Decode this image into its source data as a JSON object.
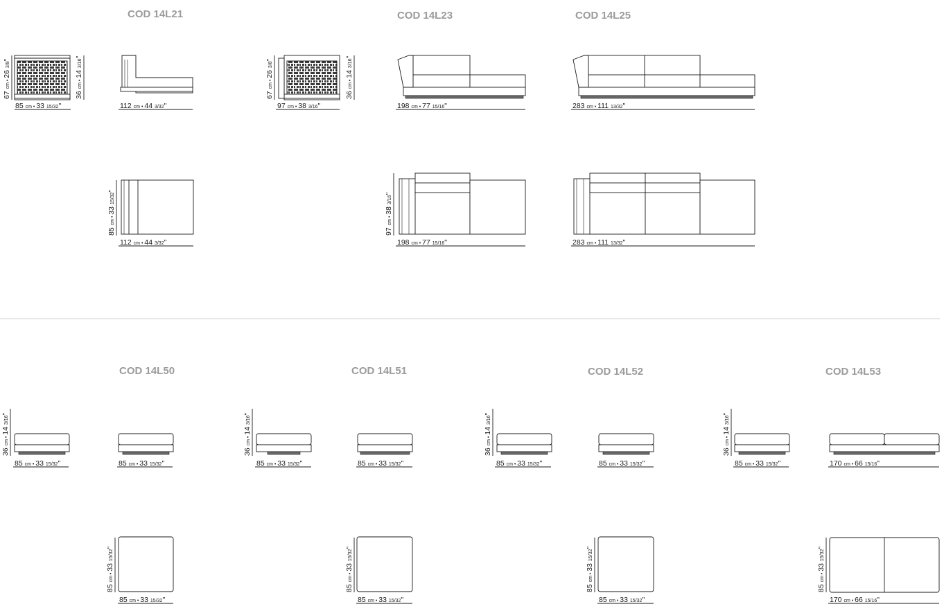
{
  "codes": {
    "l21": "COD 14L21",
    "l23": "COD 14L23",
    "l25": "COD 14L25",
    "l50": "COD 14L50",
    "l51": "COD 14L51",
    "l52": "COD 14L52",
    "l53": "COD 14L53"
  },
  "unit_cm": "cm",
  "unit_in": "\"",
  "sep_char": "•",
  "dims": {
    "d85": {
      "cm": "85",
      "in": "33",
      "frac": "15/32"
    },
    "d112": {
      "cm": "112",
      "in": "44",
      "frac": "3/32"
    },
    "d97": {
      "cm": "97",
      "in": "38",
      "frac": "3/16"
    },
    "d198": {
      "cm": "198",
      "in": "77",
      "frac": "15/16"
    },
    "d283": {
      "cm": "283",
      "in": "111",
      "frac": "13/32"
    },
    "d67": {
      "cm": "67",
      "in": "26",
      "frac": "3/8"
    },
    "d36": {
      "cm": "36",
      "in": "14",
      "frac": "3/16"
    },
    "d170": {
      "cm": "170",
      "in": "66",
      "frac": "15/16"
    }
  }
}
